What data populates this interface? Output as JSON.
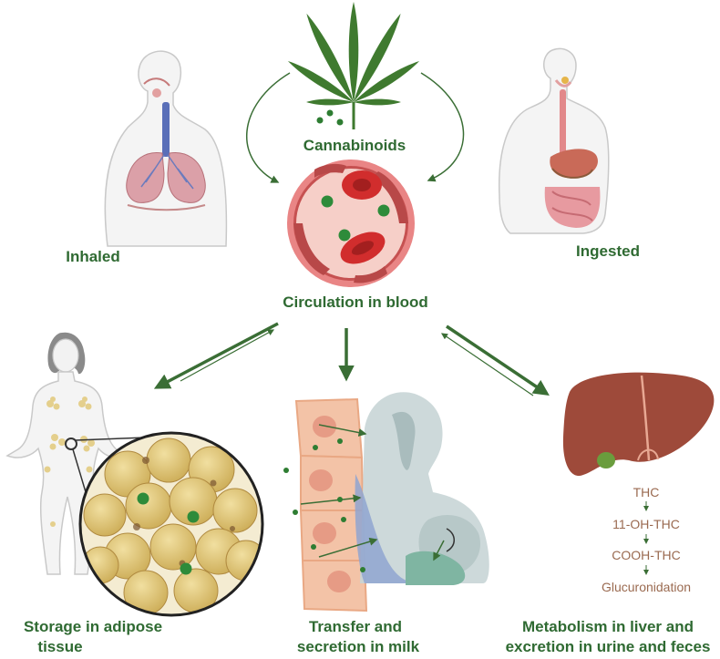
{
  "labels": {
    "cannabinoids": "Cannabinoids",
    "inhaled": "Inhaled",
    "ingested": "Ingested",
    "circulation": "Circulation in blood",
    "storage_line1": "Storage in adipose",
    "storage_line2": "tissue",
    "transfer_line1": "Transfer and",
    "transfer_line2": "secretion in milk",
    "metabolism_line1": "Metabolism in liver and",
    "metabolism_line2": "excretion in urine and feces"
  },
  "metabolism_steps": [
    "THC",
    "11-OH-THC",
    "COOH-THC",
    "Glucuronidation"
  ],
  "colors": {
    "label_green": "#2f6a32",
    "arrow_green": "#3a6e35",
    "metabolite_brown": "#9a6a50",
    "liver": "#9e4a3a",
    "blood_vessel": "#e98585",
    "fat_cell": "#e1c878",
    "cannabinoid_dot": "#2e8b3a"
  },
  "icons": [
    "cannabis-leaf-icon",
    "lungs-icon",
    "digestive-system-icon",
    "blood-vessel-icon",
    "woman-body-icon",
    "adipose-cells-icon",
    "mammary-cells-icon",
    "breastfeeding-icon",
    "liver-icon"
  ]
}
